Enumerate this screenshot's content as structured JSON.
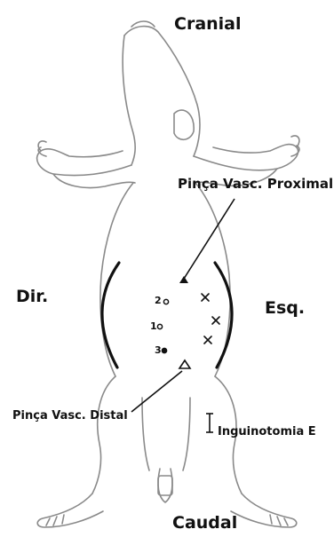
{
  "labels": {
    "cranial": "Cranial",
    "caudal": "Caudal",
    "right": "Dir.",
    "left": "Esq.",
    "clamp_proximal": "Pinça Vasc. Proximal",
    "clamp_distal": "Pinça Vasc. Distal",
    "inguinotomy": "Inguinotomia E",
    "marker_1": "1",
    "marker_2": "2",
    "marker_3": "3"
  },
  "colors": {
    "ink": "#111111",
    "outline": "#8a8a8a",
    "background": "#ffffff"
  }
}
